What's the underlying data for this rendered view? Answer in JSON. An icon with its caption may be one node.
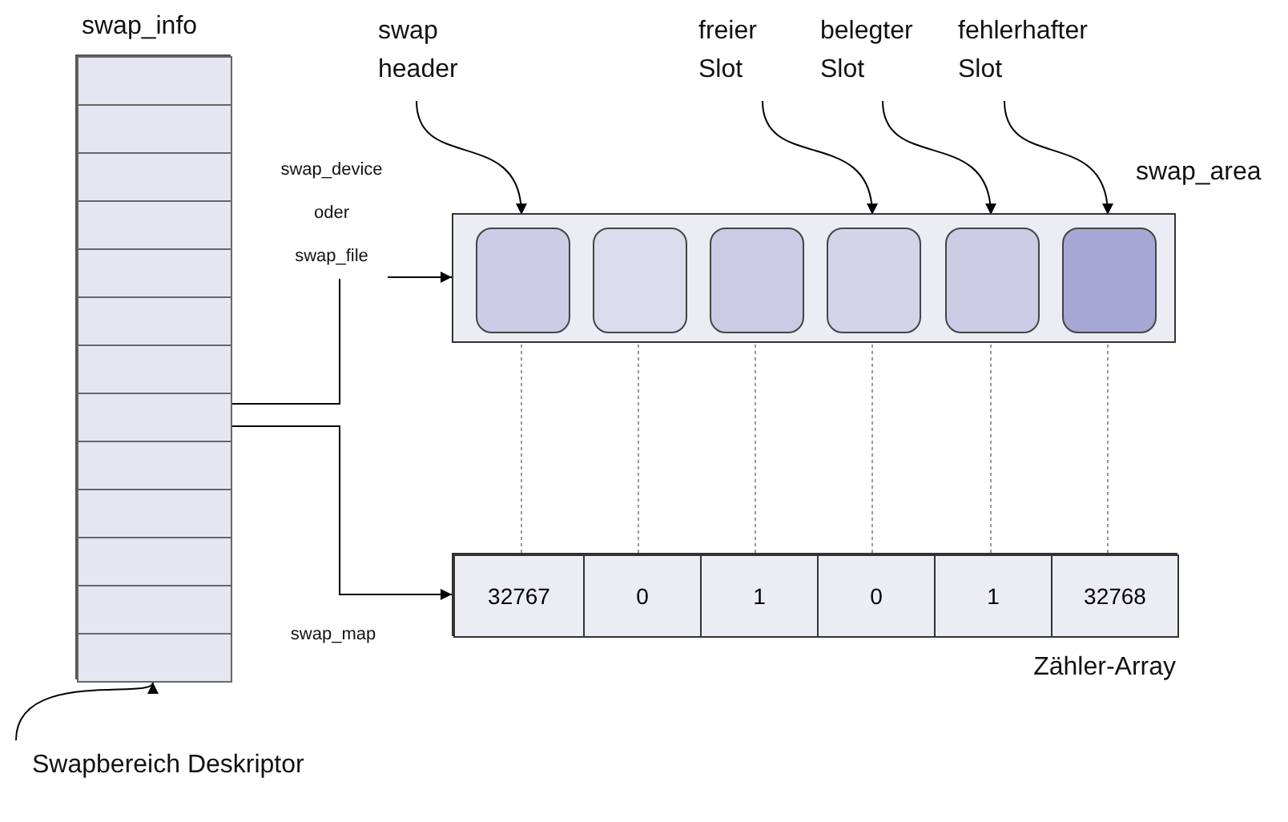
{
  "diagram": {
    "nodes": [
      {
        "text": [
          "swap_info"
        ]
      },
      {
        "text": [],
        "shape": "box",
        "in": 0
      },
      {
        "text": [],
        "shape": "box",
        "in": 0
      },
      {
        "text": [],
        "shape": "box",
        "in": 0
      },
      {
        "text": [],
        "shape": "box",
        "in": 0
      },
      {
        "text": [],
        "shape": "box",
        "in": 0
      },
      {
        "text": [],
        "shape": "box",
        "in": 0
      },
      {
        "text": [],
        "shape": "box",
        "in": 0
      },
      {
        "text": [],
        "shape": "box",
        "in": 0
      },
      {
        "text": [],
        "shape": "box",
        "in": 0
      },
      {
        "text": [],
        "shape": "box",
        "in": 0
      },
      {
        "text": [],
        "shape": "box",
        "in": 0
      },
      {
        "text": [],
        "shape": "box",
        "in": 0
      },
      {
        "text": [],
        "shape": "box",
        "in": 0
      },
      {
        "text": [
          "swap_area"
        ]
      },
      {
        "text": [],
        "shape": "box",
        "in": 14
      },
      {
        "text": [],
        "shape": "box",
        "in": 14
      },
      {
        "text": [],
        "shape": "box",
        "in": 14
      },
      {
        "text": [],
        "shape": "box",
        "in": 14
      },
      {
        "text": [],
        "shape": "box",
        "in": 14
      },
      {
        "text": [],
        "shape": "box",
        "in": 14
      },
      {
        "text": [
          "Zähler-Array"
        ]
      },
      {
        "text": [
          "32767"
        ],
        "in": 21
      },
      {
        "text": [
          "0"
        ],
        "in": 21
      },
      {
        "text": [
          "1"
        ],
        "in": 21
      },
      {
        "text": [
          "0"
        ],
        "in": 21
      },
      {
        "text": [
          "1"
        ],
        "in": 21
      },
      {
        "text": [
          "32768"
        ],
        "in": 21
      },
      {
        "text": [
          "swap header"
        ]
      },
      {
        "text": [
          "freier Slot"
        ]
      },
      {
        "text": [
          "belegter Slot"
        ]
      },
      {
        "text": [
          "fehlerhafter Slot"
        ]
      },
      {
        "text": [
          "Swapbereich Deskriptor"
        ]
      }
    ],
    "edges": [
      {
        "from": 8,
        "to": 14,
        "arrow": "to",
        "label": "swap_device oder swap_file"
      },
      {
        "from": 8,
        "to": 21,
        "arrow": "to",
        "label": "swap_map"
      },
      {
        "from": 28,
        "to": 15,
        "arrow": "to"
      },
      {
        "from": 29,
        "to": 18,
        "arrow": "to"
      },
      {
        "from": 30,
        "to": 19,
        "arrow": "to"
      },
      {
        "from": 31,
        "to": 20,
        "arrow": "to"
      },
      {
        "from": 32,
        "to": 0,
        "arrow": "to"
      },
      {
        "from": 15,
        "to": 22,
        "arrow": "none",
        "style": "dashed",
        "color": "#999999"
      },
      {
        "from": 16,
        "to": 23,
        "arrow": "none",
        "style": "dashed",
        "color": "#999999"
      },
      {
        "from": 17,
        "to": 24,
        "arrow": "none",
        "style": "dashed",
        "color": "#999999"
      },
      {
        "from": 18,
        "to": 25,
        "arrow": "none",
        "style": "dashed",
        "color": "#999999"
      },
      {
        "from": 19,
        "to": 26,
        "arrow": "none",
        "style": "dashed",
        "color": "#999999"
      },
      {
        "from": 20,
        "to": 27,
        "arrow": "none",
        "style": "dashed",
        "color": "#999999"
      }
    ]
  }
}
